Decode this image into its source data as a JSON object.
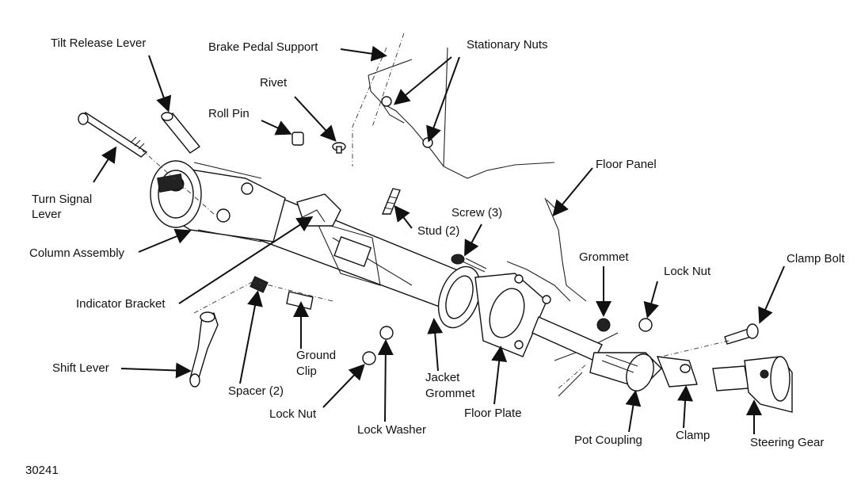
{
  "figure_number": "30241",
  "labels": {
    "tilt_release_lever": "Tilt Release Lever",
    "brake_pedal_support": "Brake Pedal Support",
    "stationary_nuts": "Stationary Nuts",
    "rivet": "Rivet",
    "roll_pin": "Roll Pin",
    "floor_panel": "Floor Panel",
    "turn_signal_lever_1": "Turn Signal",
    "turn_signal_lever_2": "Lever",
    "screw": "Screw (3)",
    "stud": "Stud (2)",
    "column_assembly": "Column Assembly",
    "grommet": "Grommet",
    "clamp_bolt": "Clamp Bolt",
    "lock_nut_right": "Lock Nut",
    "indicator_bracket": "Indicator Bracket",
    "ground_clip_1": "Ground",
    "ground_clip_2": "Clip",
    "jacket_grommet_1": "Jacket",
    "jacket_grommet_2": "Grommet",
    "shift_lever": "Shift Lever",
    "spacer": "Spacer (2)",
    "lock_nut_left": "Lock Nut",
    "floor_plate": "Floor Plate",
    "lock_washer": "Lock Washer",
    "pot_coupling": "Pot Coupling",
    "clamp": "Clamp",
    "steering_gear": "Steering Gear"
  }
}
